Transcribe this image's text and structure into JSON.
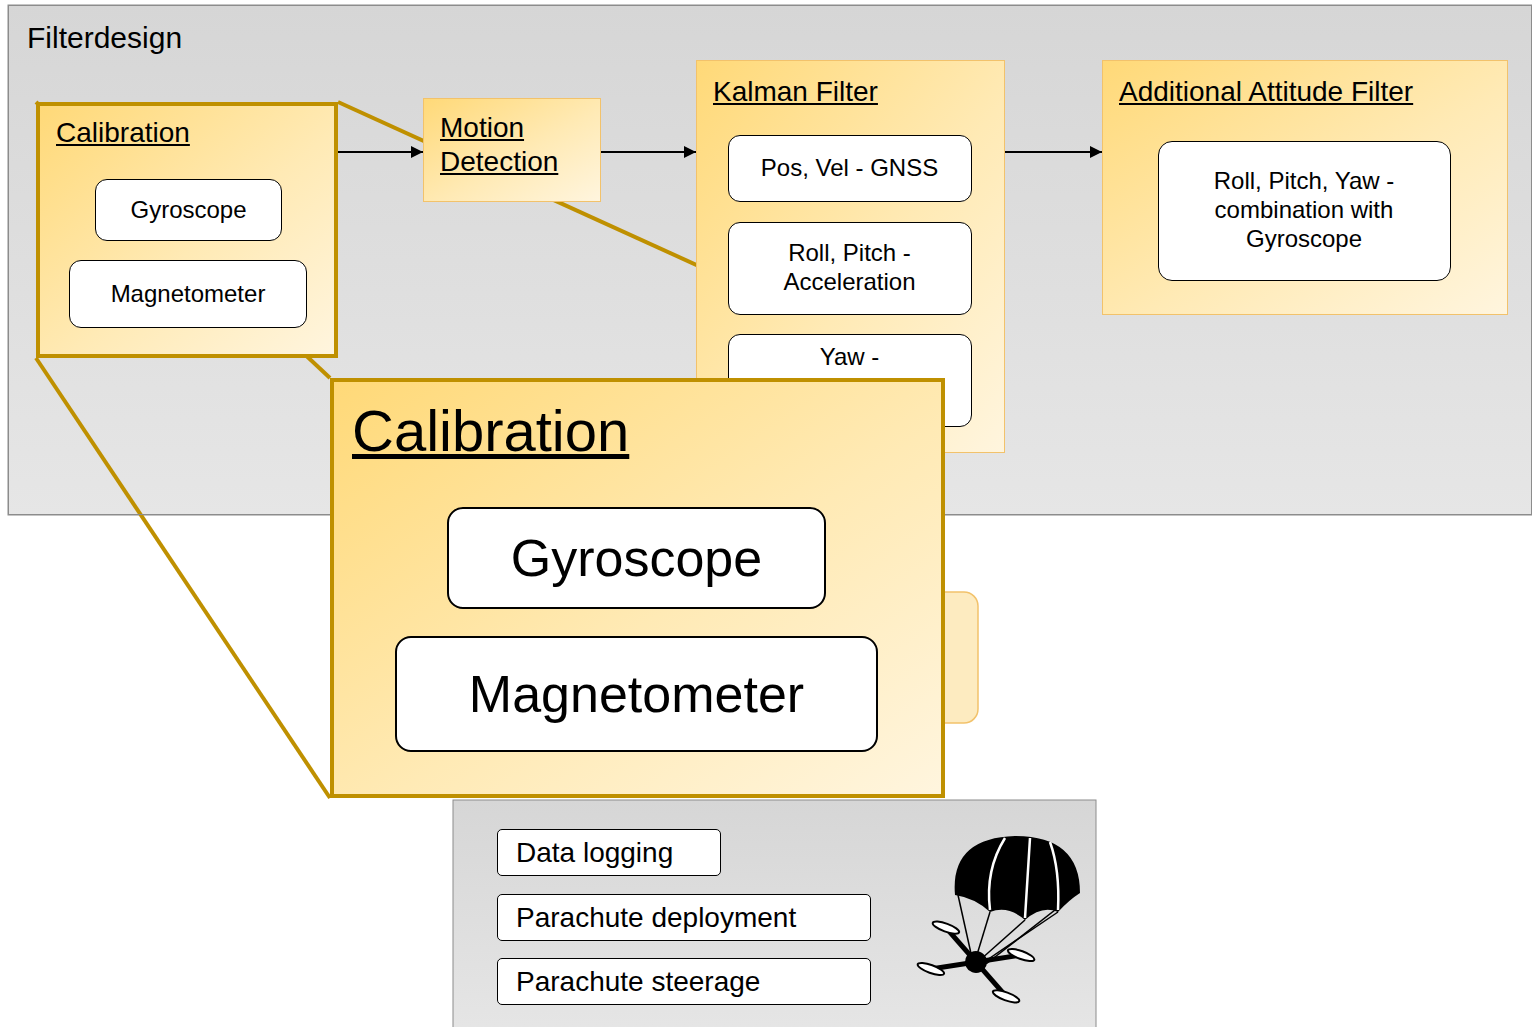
{
  "diagram": {
    "nodes": [
      {
        "text": [
          "Filterdesign"
        ]
      },
      {
        "text": [
          "Calibration"
        ],
        "in": 0
      },
      {
        "text": [
          "Gyroscope"
        ],
        "in": 1
      },
      {
        "text": [
          "Magnetometer"
        ],
        "in": 1
      },
      {
        "text": [
          "Motion Detection"
        ],
        "in": 0
      },
      {
        "text": [
          "Kalman Filter"
        ],
        "in": 0
      },
      {
        "text": [
          "Pos, Vel - GNSS"
        ],
        "in": 5
      },
      {
        "text": [
          "Roll, Pitch - Acceleration"
        ],
        "in": 5
      },
      {
        "text": [
          "Yaw -"
        ],
        "in": 5
      },
      {
        "text": [
          "Additional Attitude Filter"
        ],
        "in": 0
      },
      {
        "text": [
          "Roll, Pitch, Yaw - combination with Gyroscope"
        ],
        "in": 9
      },
      {
        "text": [
          "Calibration"
        ]
      },
      {
        "text": [
          "Gyroscope"
        ],
        "in": 11
      },
      {
        "text": [
          "Magnetometer"
        ],
        "in": 11
      },
      {
        "text": [
          "Data logging"
        ]
      },
      {
        "text": [
          "Parachute deployment"
        ]
      },
      {
        "text": [
          "Parachute steerage"
        ]
      }
    ],
    "edges": [
      {
        "from": 1,
        "to": 4,
        "arrow": "to"
      },
      {
        "from": 4,
        "to": 5,
        "arrow": "to"
      },
      {
        "from": 5,
        "to": 9,
        "arrow": "to"
      }
    ]
  }
}
